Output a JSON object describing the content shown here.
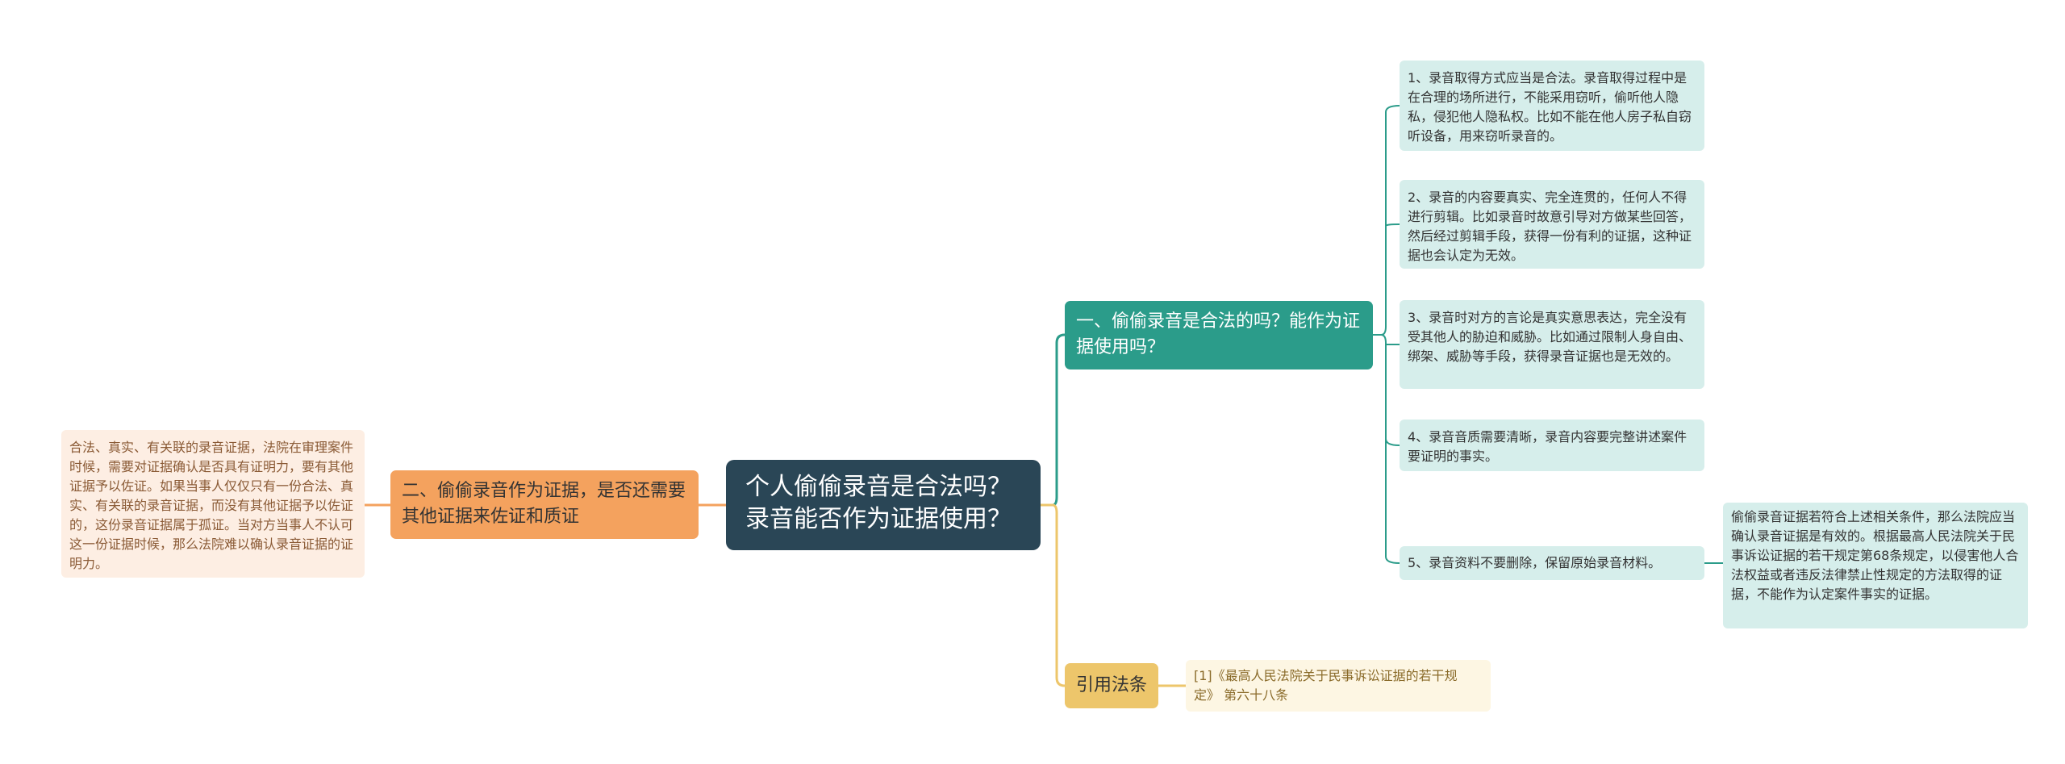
{
  "center": {
    "text": "个人偷偷录音是合法吗？录音能否作为证据使用？"
  },
  "branch_legal": {
    "text": "一、偷偷录音是合法的吗？能作为证据使用吗？"
  },
  "legal_items": [
    {
      "text": "1、录音取得方式应当是合法。录音取得过程中是在合理的场所进行，不能采用窃听，偷听他人隐私，侵犯他人隐私权。比如不能在他人房子私自窃听设备，用来窃听录音的。"
    },
    {
      "text": "2、录音的内容要真实、完全连贯的，任何人不得进行剪辑。比如录音时故意引导对方做某些回答，然后经过剪辑手段，获得一份有利的证据，这种证据也会认定为无效。"
    },
    {
      "text": "3、录音时对方的言论是真实意思表达，完全没有受其他人的胁迫和威胁。比如通过限制人身自由、绑架、威胁等手段，获得录音证据也是无效的。"
    },
    {
      "text": "4、录音音质需要清晰，录音内容要完整讲述案件要证明的事实。"
    },
    {
      "text": "5、录音资料不要删除，保留原始录音材料。"
    }
  ],
  "legal_item5_detail": {
    "text": "偷偷录音证据若符合上述相关条件，那么法院应当确认录音证据是有效的。根据最高人民法院关于民事诉讼证据的若干规定第68条规定，以侵害他人合法权益或者违反法律禁止性规定的方法取得的证据，不能作为认定案件事实的证据。"
  },
  "branch_corroborate": {
    "text": "二、偷偷录音作为证据，是否还需要其他证据来佐证和质证"
  },
  "corroborate_detail": {
    "text": "合法、真实、有关联的录音证据，法院在审理案件时候，需要对证据确认是否具有证明力，要有其他证据予以佐证。如果当事人仅仅只有一份合法、真实、有关联的录音证据，而没有其他证据予以佐证的，这份录音证据属于孤证。当对方当事人不认可这一份证据时候，那么法院难以确认录音证据的证明力。"
  },
  "branch_law": {
    "text": "引用法条"
  },
  "law_detail": {
    "text": "[1]《最高人民法院关于民事诉讼证据的若干规定》 第六十八条"
  },
  "colors": {
    "center": "#2a4656",
    "teal": "#2b9c8a",
    "teal_light": "#d6eeeb",
    "orange": "#f4a25e",
    "orange_light": "#fdeee3",
    "yellow": "#edc66b",
    "yellow_light": "#fdf6e3"
  }
}
